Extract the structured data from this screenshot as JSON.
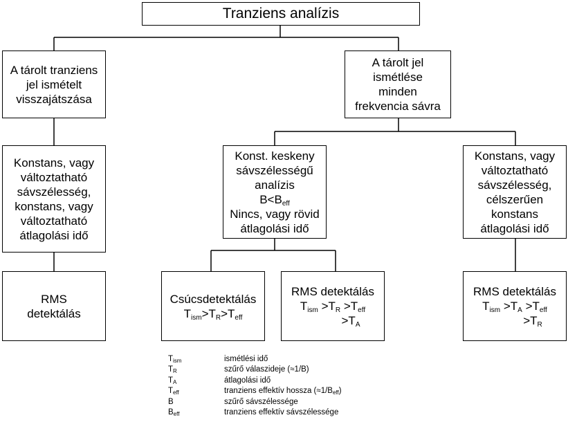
{
  "root": {
    "label": "Tranziens analízis"
  },
  "left_branch": {
    "method": [
      "A tárolt tranziens",
      "jel ismételt",
      "visszajátszása"
    ],
    "settings": [
      "Konstans, vagy",
      "változtatható",
      "sávszélesség,",
      "konstans, vagy",
      "változtatható",
      "átlagolási idő"
    ],
    "detection": [
      "RMS",
      "detektálás"
    ]
  },
  "right_branch": {
    "method": [
      "A tárolt jel",
      "ismétlése",
      "minden",
      "frekvencia sávra"
    ],
    "narrow": {
      "lines": [
        "Konst. keskeny",
        "sávszélességű",
        "analízis"
      ],
      "condition": {
        "s1": "B<B",
        "s1_sub": "eff"
      },
      "lines2": [
        "Nincs, vagy rövid",
        "átlagolási idő"
      ]
    },
    "variable": [
      "Konstans, vagy",
      "változtatható",
      "sávszélesség,",
      "célszerűen",
      "konstans",
      "átlagolási idő"
    ],
    "peak": {
      "title": "Csúcsdetektálás",
      "s1": "T",
      "s1_sub": "ism",
      "s2": ">T",
      "s2_sub": "R",
      "s3": ">T",
      "s3_sub": "eff"
    },
    "rms_narrow": {
      "title": "RMS detektálás",
      "s1": "T",
      "s1_sub": "ism",
      "s2": " >T",
      "s2_sub": "R",
      "s3": " >T",
      "s3_sub": "eff",
      "s4": ">T",
      "s4_sub": "A"
    },
    "rms_variable": {
      "title": "RMS detektálás",
      "s1": "T",
      "s1_sub": "ism",
      "s2": " >T",
      "s2_sub": "A",
      "s3": " >T",
      "s3_sub": "eff",
      "s4": ">T",
      "s4_sub": "R"
    }
  },
  "legend": [
    {
      "sym": "T",
      "sub": "ism",
      "desc": "ismétlési idő"
    },
    {
      "sym": "T",
      "sub": "R",
      "desc": "szűrő válaszideje (≈1/B)"
    },
    {
      "sym": "T",
      "sub": "A",
      "desc": "átlagolási idő"
    },
    {
      "sym": "T",
      "sub": "eff",
      "desc": "tranziens effektív hossza (≈1/B",
      "desc_sub": "eff",
      "desc_end": ")"
    },
    {
      "sym": "B",
      "sub": "",
      "desc": "szűrő sávszélessége"
    },
    {
      "sym": "B",
      "sub": "eff",
      "desc": "tranziens effektív sávszélessége"
    }
  ]
}
